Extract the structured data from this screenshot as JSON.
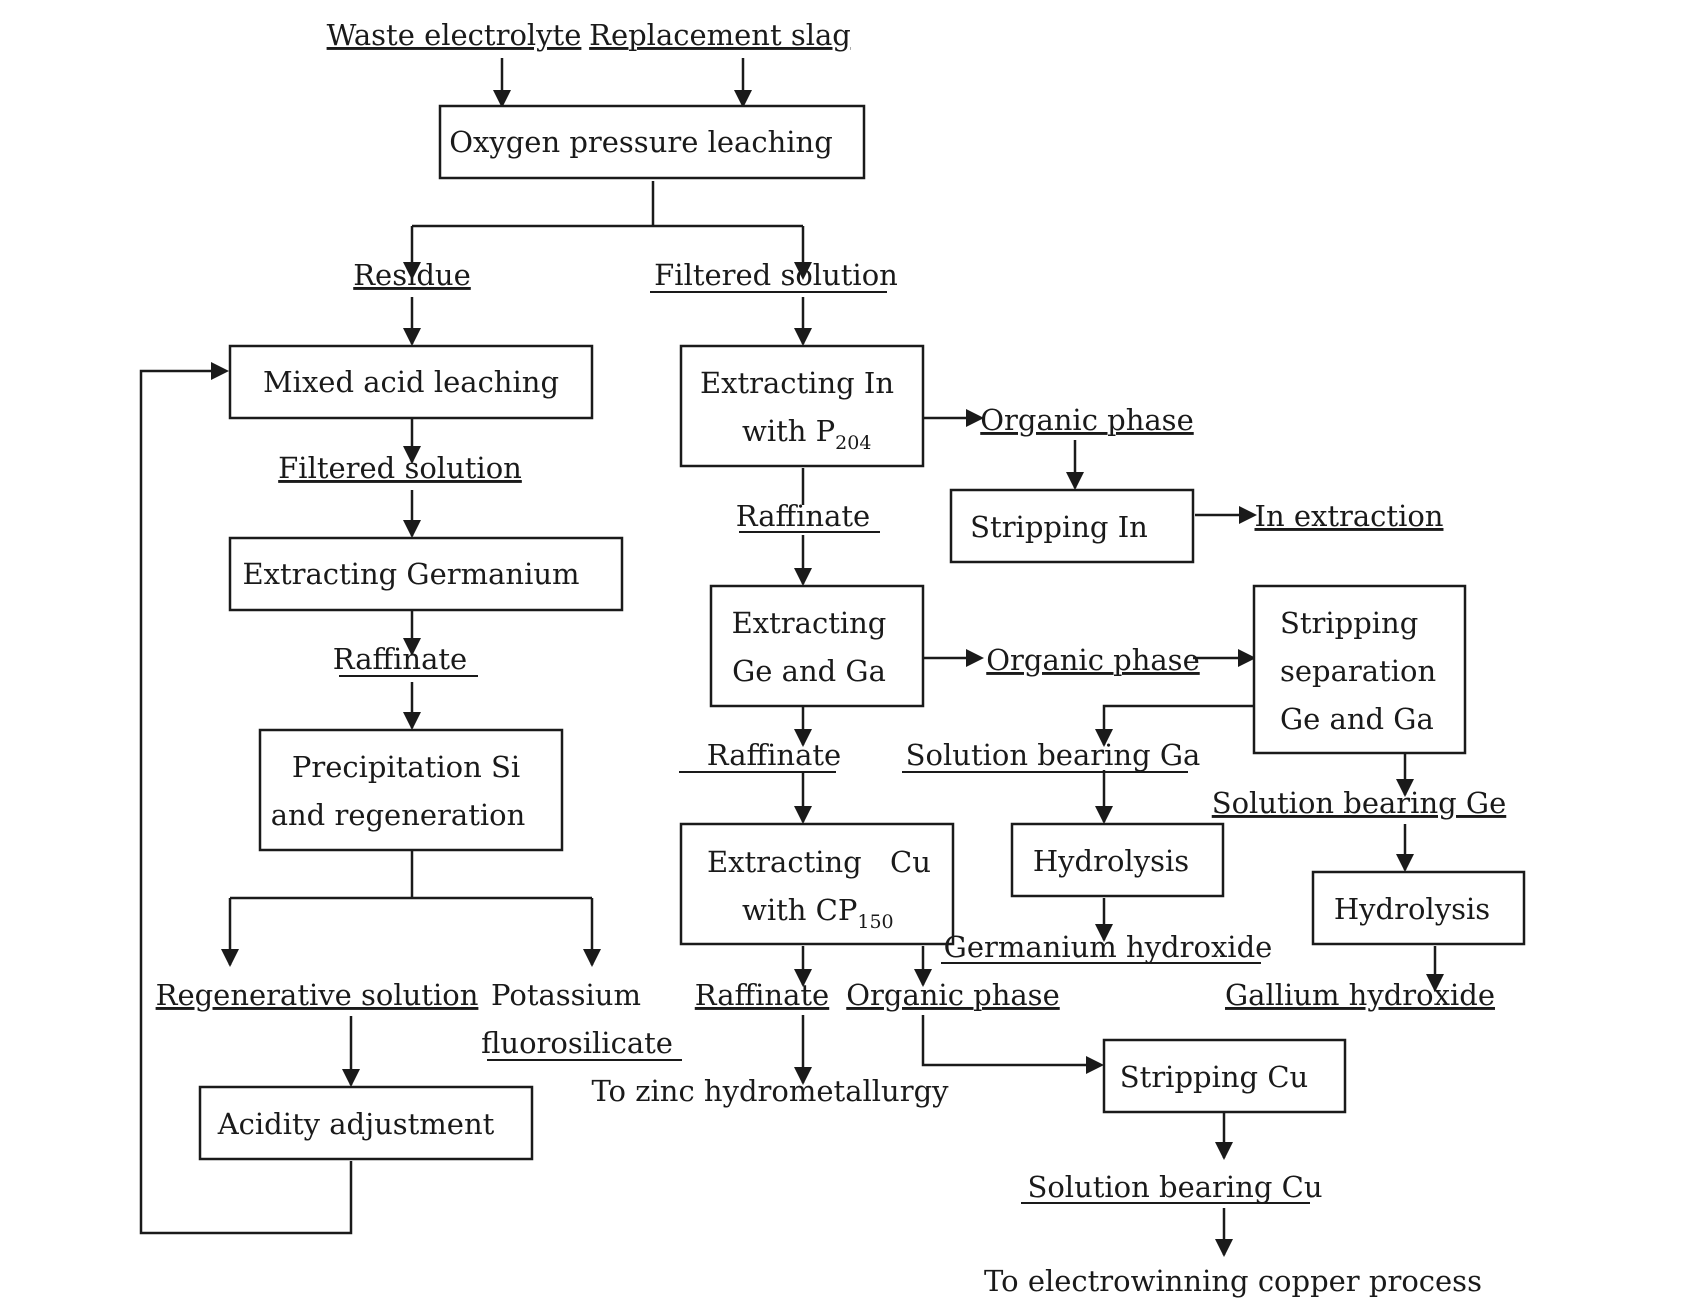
{
  "inputs": {
    "waste_electrolyte": "Waste electrolyte",
    "replacement_slag": "Replacement slag"
  },
  "left_branch": {
    "residue": "Residue",
    "mixed_acid_leaching": "Mixed acid leaching",
    "filtered_solution": "Filtered solution",
    "extracting_germanium": "Extracting Germanium",
    "raffinate": "Raffinate",
    "precipitation_line1": "Precipitation Si",
    "precipitation_line2": "and regeneration",
    "regenerative_solution": "Regenerative solution",
    "potassium_line1": "Potassium",
    "potassium_line2": "fluorosilicate",
    "acidity_adjustment": "Acidity adjustment"
  },
  "top": {
    "oxygen_pressure_leaching": "Oxygen pressure leaching",
    "filtered_solution": "Filtered solution"
  },
  "indium": {
    "extract_line1": "Extracting In",
    "extract_line2": "with P",
    "extract_sub": "204",
    "organic_phase": "Organic phase",
    "stripping": "Stripping In",
    "product": "In extraction",
    "raffinate": "Raffinate"
  },
  "ge_ga": {
    "extract_line1": "Extracting",
    "extract_line2": "Ge and Ga",
    "organic_phase": "Organic phase",
    "strip_line1": "Stripping",
    "strip_line2": "separation",
    "strip_line3": "Ge and Ga",
    "raffinate": "Raffinate",
    "solution_ga": "Solution bearing Ga",
    "solution_ge": "Solution bearing Ge",
    "hydrolysis_1": "Hydrolysis",
    "hydrolysis_2": "Hydrolysis",
    "germanium_hydroxide": "Germanium hydroxide",
    "gallium_hydroxide": "Gallium hydroxide"
  },
  "copper": {
    "extract_line1a": "Extracting",
    "extract_line1b": "Cu",
    "extract_line2": "with CP",
    "extract_sub": "150",
    "raffinate": "Raffinate",
    "organic_phase": "Organic phase",
    "zinc": "To zinc hydrometallurgy",
    "stripping": "Stripping Cu",
    "solution_cu": "Solution bearing Cu",
    "electrowinning": "To electrowinning copper process"
  }
}
